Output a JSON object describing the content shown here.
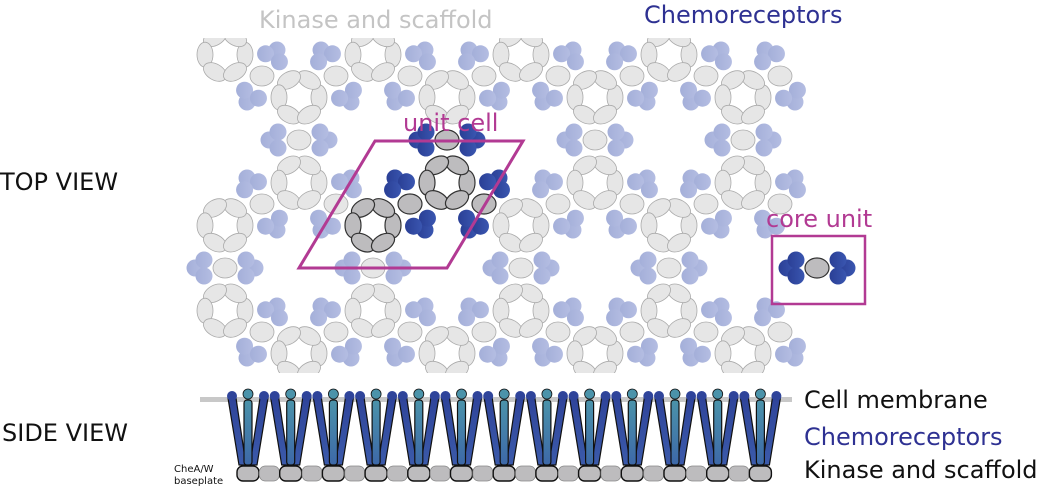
{
  "labels": {
    "kinase_top": "Kinase and scaffold",
    "chemoreceptors_top": "Chemoreceptors",
    "top_view": "TOP VIEW",
    "side_view": "SIDE VIEW",
    "unit_cell": "unit cell",
    "core_unit": "core unit",
    "cell_membrane": "Cell membrane",
    "chemoreceptors_side": "Chemoreceptors",
    "kinase_side": "Kinase and scaffold",
    "baseplate_line1": "CheA/W",
    "baseplate_line2": "baseplate"
  },
  "colors": {
    "magenta": "#b23a93",
    "receptor_dark": "#2f4a9e",
    "receptor_light": "#a9b4dc",
    "teal": "#4a8fa8",
    "kinase_light": "#e6e6e6",
    "kinase_dark": "#bdbcbe",
    "label_gray": "#c4c4c4",
    "label_blue": "#2e3192"
  },
  "side_view": {
    "receptor_units": 13
  }
}
